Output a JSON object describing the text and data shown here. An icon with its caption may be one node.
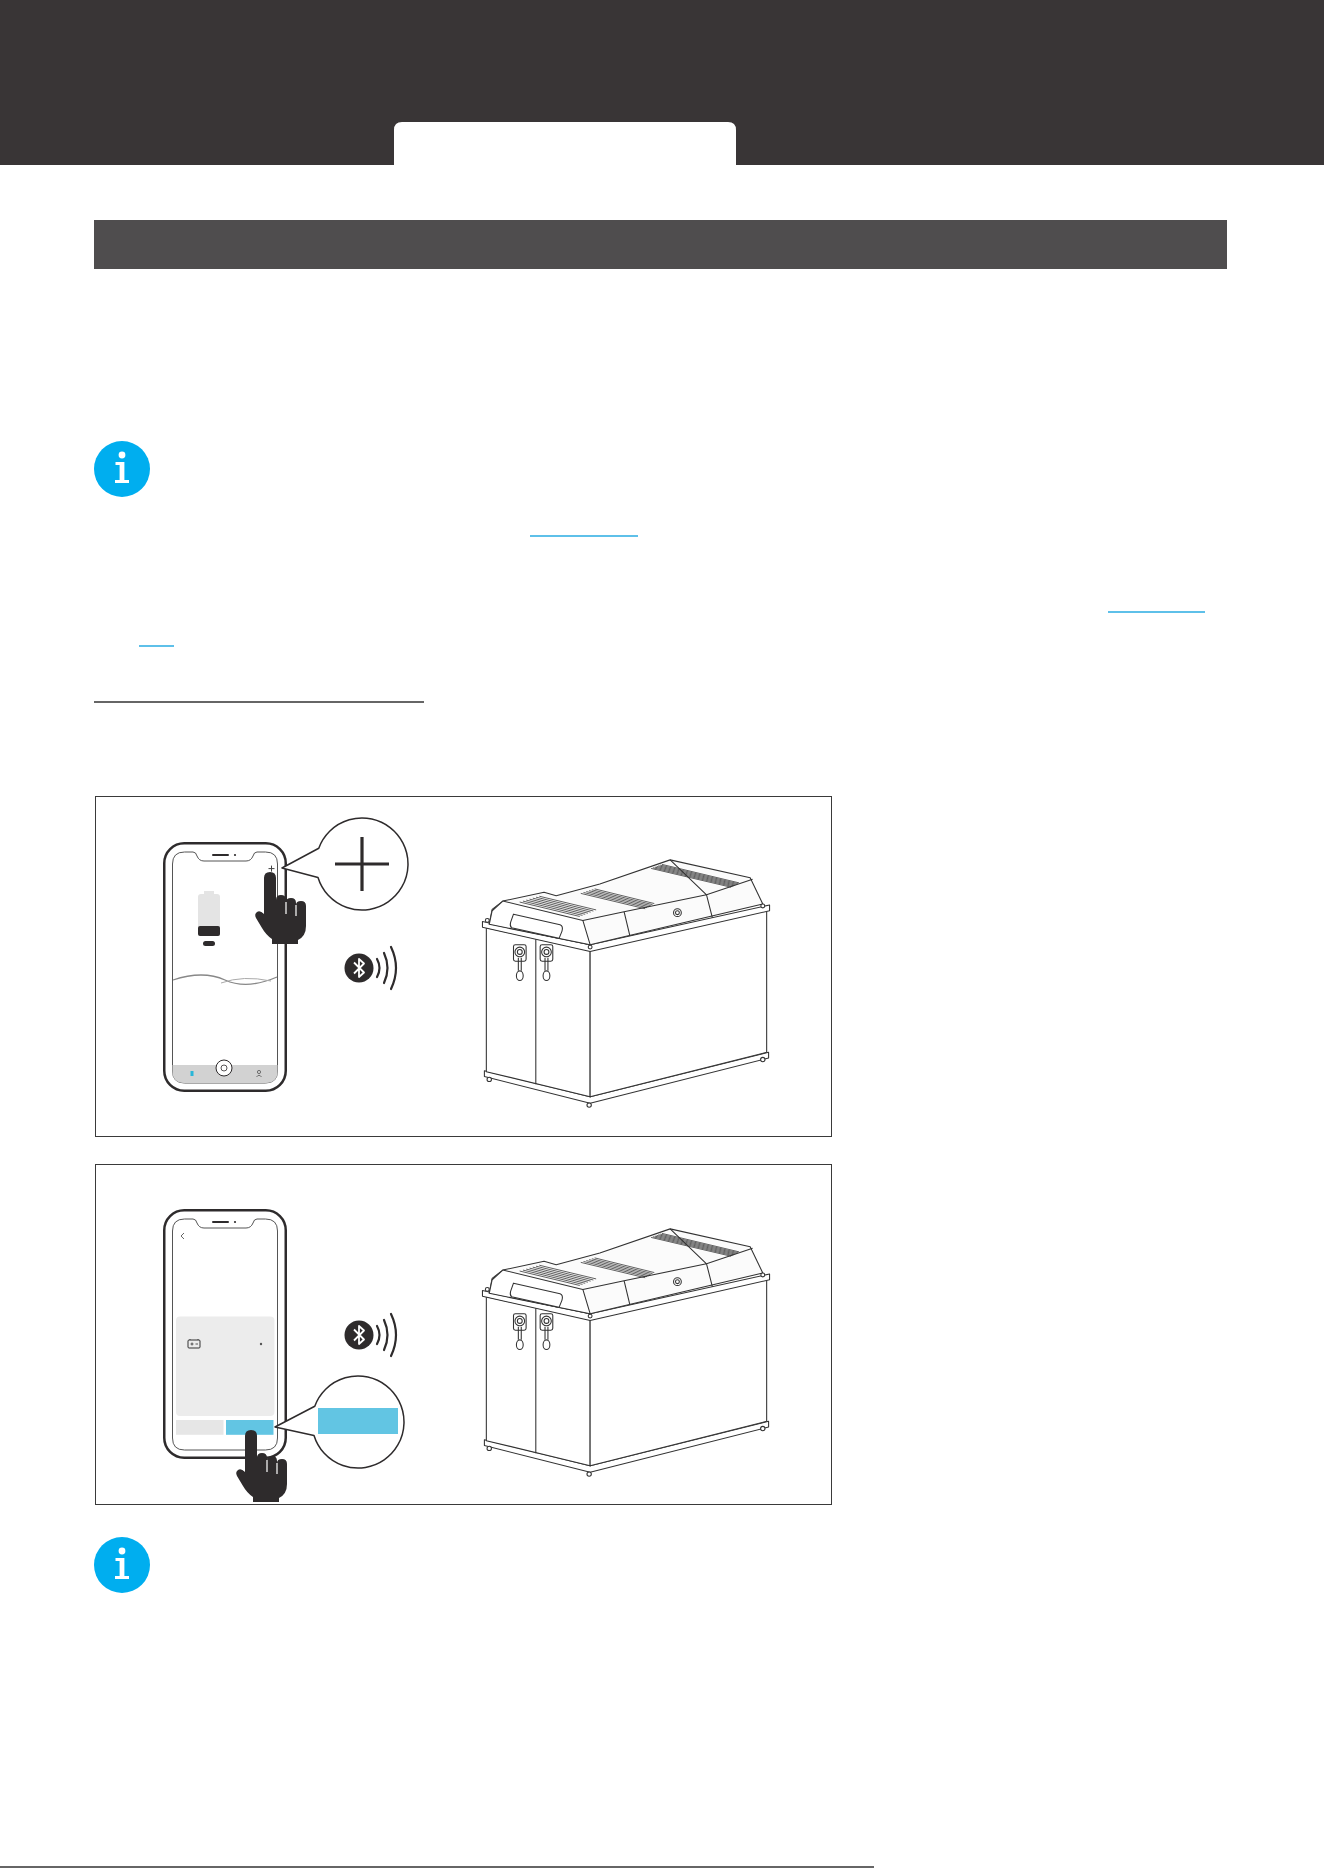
{
  "diagram": {
    "nodes": [
      {
        "text": [],
        "shape": "bar"
      },
      {
        "text": [],
        "shape": "box"
      },
      {
        "text": [],
        "shape": "picture",
        "in": 1
      },
      {
        "text": [],
        "shape": "circle",
        "in": 1
      },
      {
        "text": [],
        "shape": "picture",
        "in": 1
      },
      {
        "text": [],
        "shape": "box"
      },
      {
        "text": [],
        "shape": "picture",
        "in": 5
      },
      {
        "text": [],
        "shape": "circle",
        "in": 5
      },
      {
        "text": [],
        "shape": "picture",
        "in": 5
      }
    ]
  }
}
